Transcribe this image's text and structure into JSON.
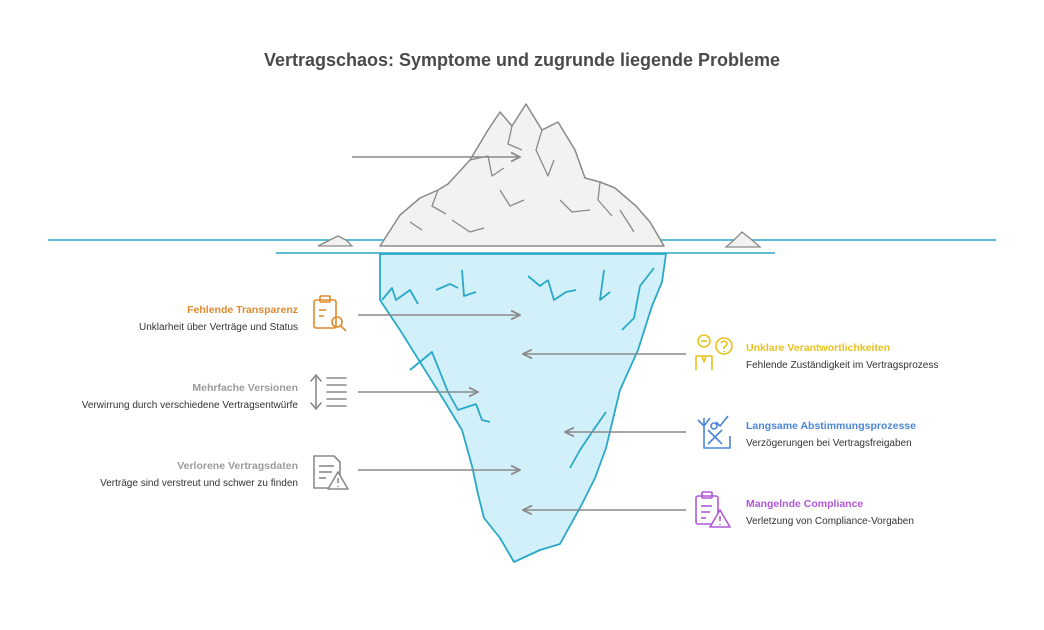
{
  "title": "Vertragschaos: Symptome und zugrunde liegende Probleme",
  "items": [
    {
      "heading": "Fehlende Transparenz",
      "desc": "Unklarheit über Verträge und Status",
      "color": "#e08a2c",
      "icon": "clipboard-search-icon"
    },
    {
      "heading": "Mehrfache Versionen",
      "desc": "Verwirrung durch verschiedene Vertragsentwürfe",
      "color": "#9b9b9b",
      "icon": "sort-list-icon"
    },
    {
      "heading": "Verlorene Vertragsdaten",
      "desc": "Verträge sind verstreut und schwer zu finden",
      "color": "#9b9b9b",
      "icon": "document-warning-icon"
    },
    {
      "heading": "Unklare Verantwortlichkeiten",
      "desc": "Fehlende Zuständigkeit im Vertragsprozess",
      "color": "#e8c21e",
      "icon": "person-question-icon"
    },
    {
      "heading": "Langsame Abstimmungsprozesse",
      "desc": "Verzögerungen bei Vertragsfreigaben",
      "color": "#4a86d8",
      "icon": "checklist-tools-icon"
    },
    {
      "heading": "Mangelnde Compliance",
      "desc": "Verletzung von Compliance-Vorgaben",
      "color": "#b058d8",
      "icon": "clipboard-warning-icon"
    }
  ],
  "colors": {
    "water": "#2aa8c8",
    "ice_under": "#d2f0fa",
    "ice_top": "#f2f2f2",
    "arrow": "#8a8a8a"
  }
}
